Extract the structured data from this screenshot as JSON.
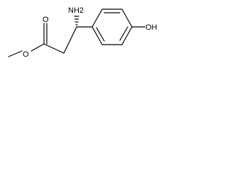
{
  "structure": {
    "atom_labels": {
      "amino": "NH2",
      "carbonyl_oxygen": "O",
      "ester_oxygen": "O",
      "hydroxyl": "OH"
    }
  },
  "colors": {
    "bond": "#000000",
    "label": "#000000",
    "background": "#ffffff"
  }
}
